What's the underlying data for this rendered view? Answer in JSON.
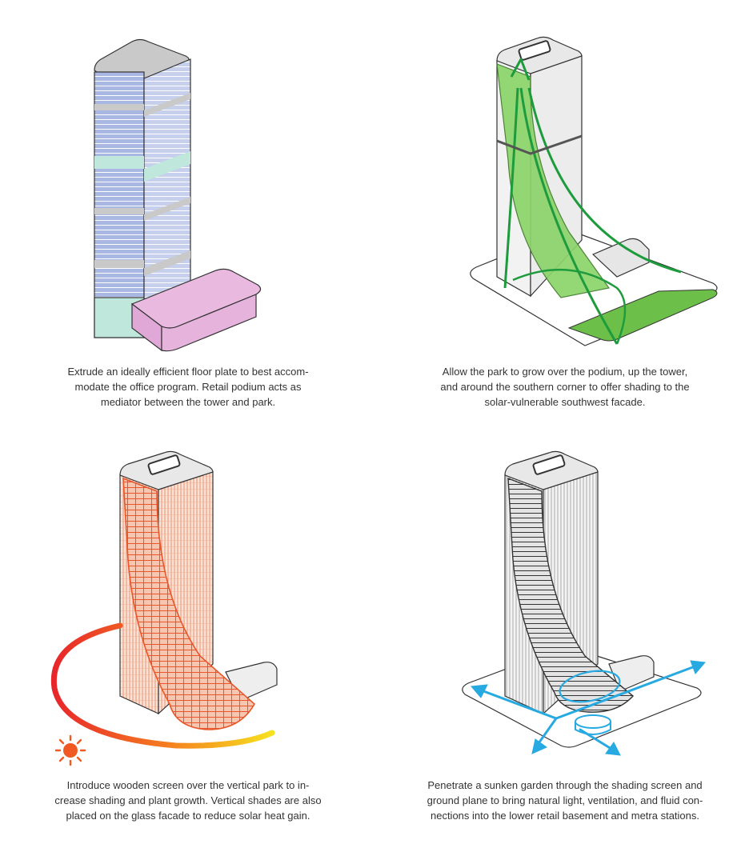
{
  "colors": {
    "office_blue": "#a9b8e2",
    "floor_line": "#ffffff",
    "mechanical_gray": "#c9c9c9",
    "mechanical_teal": "#bfe7dc",
    "retail_pink": "#e9b9df",
    "park_green": "#6cc04a",
    "park_arrow": "#1e9b3c",
    "screen_orange": "#e8562a",
    "screen_fill": "#f7c6b0",
    "sun_orange": "#f05a22",
    "arc_yellow": "#f7e11e",
    "flow_blue": "#27a9e1",
    "outline": "#333333"
  },
  "panels": [
    {
      "id": "extrude",
      "caption": [
        "Extrude an ideally efficient floor plate to best accom-",
        "modate the office program. Retail podium acts as",
        "mediator between the tower and park."
      ]
    },
    {
      "id": "park",
      "caption": [
        "Allow the park to grow over the podium, up the tower,",
        "and around the southern corner to offer shading to the",
        "solar-vulnerable southwest facade."
      ]
    },
    {
      "id": "screen",
      "caption": [
        "Introduce wooden screen over the vertical park to in-",
        "crease shading and plant growth. Vertical shades are also",
        "placed on the glass facade to reduce solar heat gain."
      ]
    },
    {
      "id": "sunken-garden",
      "caption": [
        "Penetrate a sunken garden through the shading screen and",
        "ground plane to bring natural light, ventilation, and fluid con-",
        "nections into the lower retail basement and metra stations."
      ]
    }
  ]
}
